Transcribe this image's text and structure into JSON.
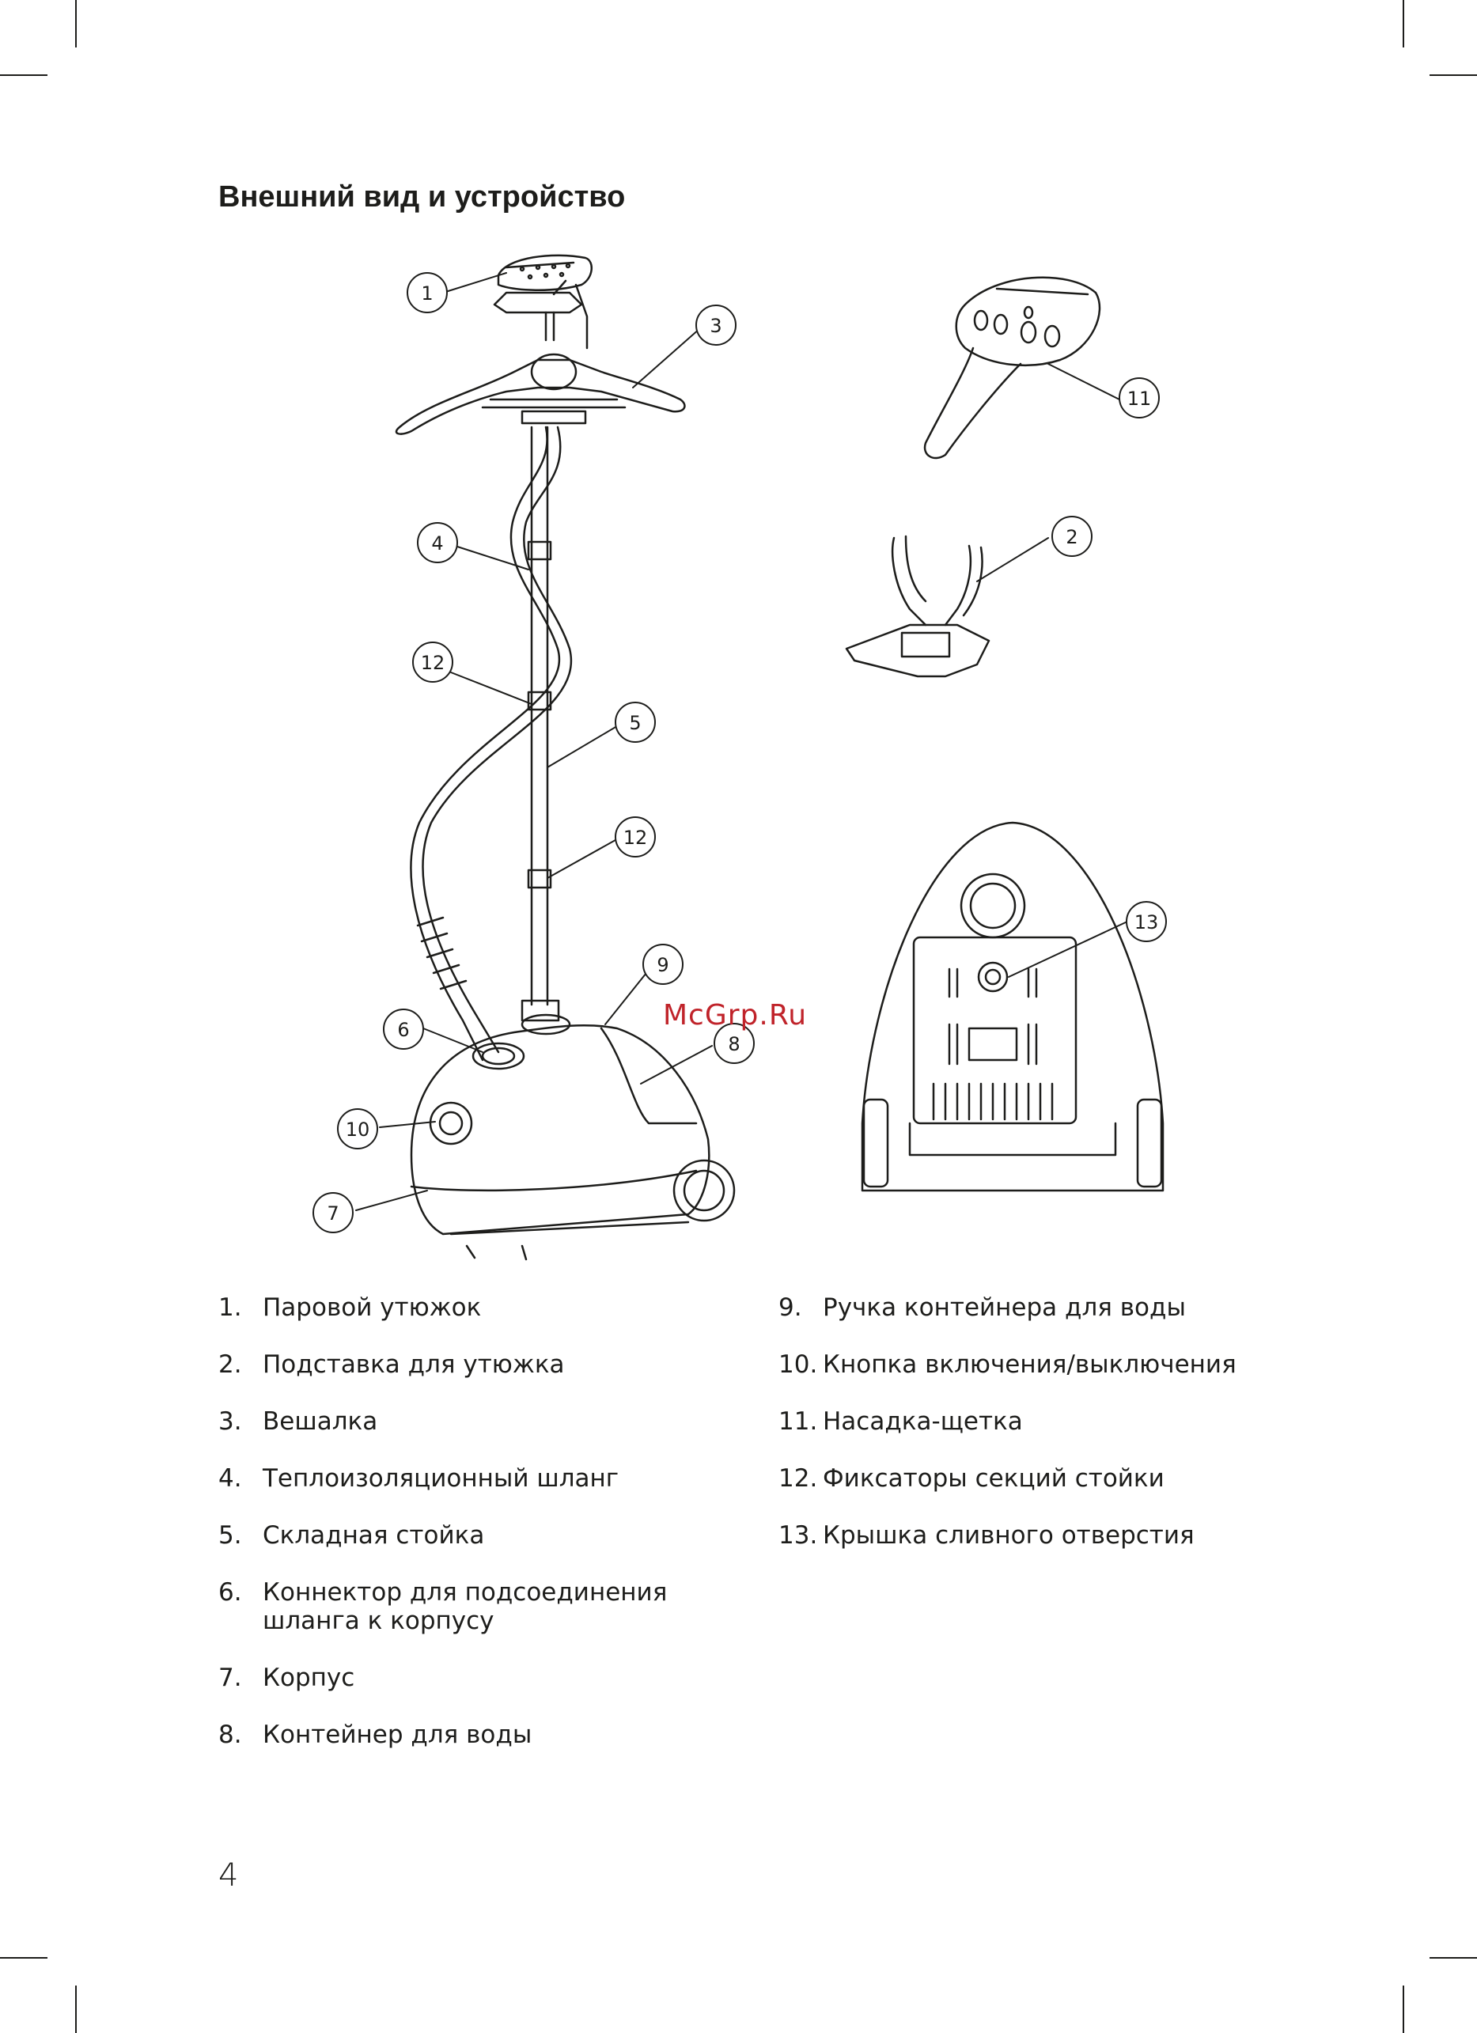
{
  "page": {
    "title": "Внешний вид и устройство",
    "page_number": "4",
    "watermark": "McGrp.Ru"
  },
  "callouts": [
    "1",
    "3",
    "11",
    "4",
    "2",
    "12",
    "5",
    "12",
    "13",
    "9",
    "6",
    "8",
    "10",
    "7"
  ],
  "legend": {
    "left": [
      {
        "num": "1.",
        "text": "Паровой утюжок"
      },
      {
        "num": "2.",
        "text": "Подставка для утюжка"
      },
      {
        "num": "3.",
        "text": "Вешалка"
      },
      {
        "num": "4.",
        "text": "Теплоизоляционный шланг"
      },
      {
        "num": "5.",
        "text": "Складная стойка"
      },
      {
        "num": "6.",
        "text": "Коннектор для подсоединения\nшланга к корпусу"
      },
      {
        "num": "7.",
        "text": "Корпус"
      },
      {
        "num": "8.",
        "text": "Контейнер для воды"
      }
    ],
    "right": [
      {
        "num": "9.",
        "text": "Ручка контейнера для воды"
      },
      {
        "num": "10.",
        "text": "Кнопка включения/выключения"
      },
      {
        "num": "11.",
        "text": "Насадка-щетка"
      },
      {
        "num": "12.",
        "text": "Фиксаторы секций стойки"
      },
      {
        "num": "13.",
        "text": "Крышка сливного отверстия"
      }
    ]
  },
  "colors": {
    "ink": "#1d1d1b",
    "watermark": "#c0232a"
  }
}
